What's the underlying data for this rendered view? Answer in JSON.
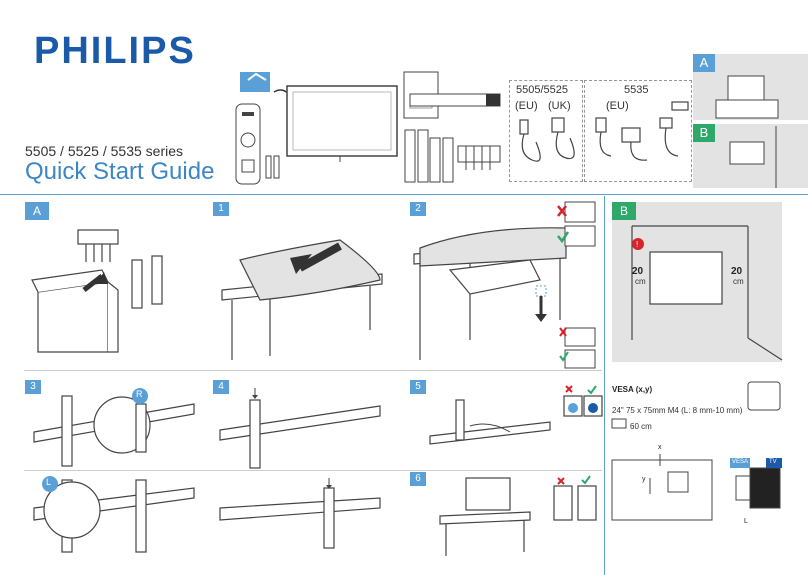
{
  "brand": "PHILIPS",
  "series": "5505 / 5525 / 5535 series",
  "title": "Quick Start Guide",
  "cables": {
    "group1_models": "5505/5525",
    "group1_eu": "(EU)",
    "group1_uk": "(UK)",
    "group2_models": "5535",
    "group2_eu": "(EU)"
  },
  "steps": {
    "A": "A",
    "B": "B",
    "s1": "1",
    "s2": "2",
    "s3": "3",
    "s4": "4",
    "s5": "5",
    "s6": "6",
    "R": "R",
    "L": "L"
  },
  "wall": {
    "dist_left": "20",
    "dist_right": "20",
    "unit": "cm"
  },
  "vesa": {
    "title": "VESA (x,y)",
    "spec": "24\"  75 x 75mm M4 (L: 8 mm-10 mm)",
    "distance": "60 cm",
    "x_label": "x",
    "y_label": "y",
    "l_label": "L",
    "vesa_tag": "VESA",
    "tv_tag": "TV"
  },
  "colors": {
    "brand": "#1a5aa8",
    "accent": "#5aa0d6",
    "green": "#2fa86a",
    "red": "#d8232a"
  }
}
